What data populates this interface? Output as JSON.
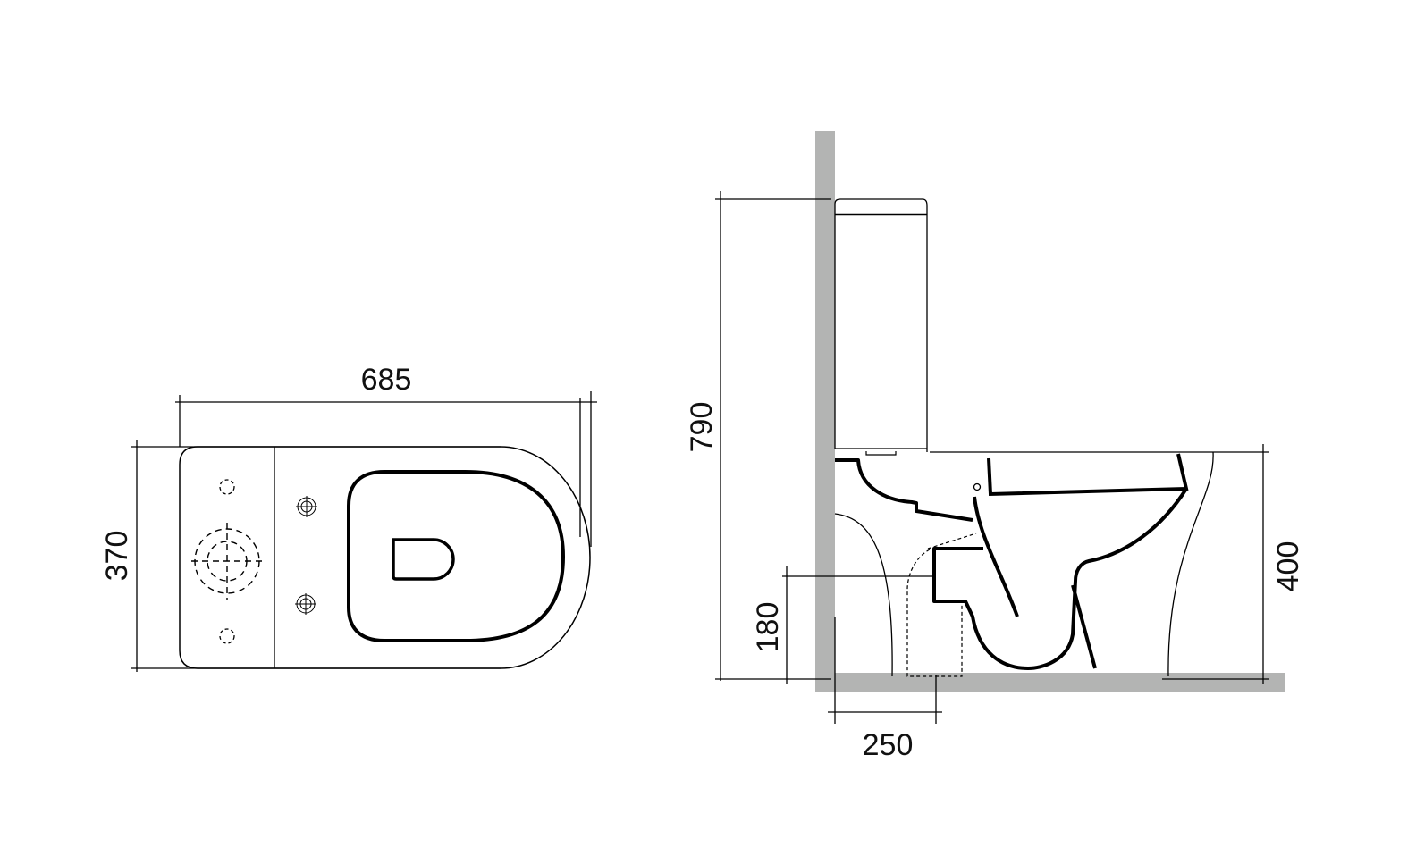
{
  "drawing": {
    "title": "Close-coupled toilet technical drawing",
    "colors": {
      "line": "#000000",
      "wall": "#b3b4b3",
      "background": "#ffffff"
    },
    "top_view": {
      "width_label": "685",
      "depth_label": "370"
    },
    "side_view": {
      "height_label": "790",
      "seat_height_label": "400",
      "outlet_height_label": "180",
      "outlet_distance_label": "250"
    }
  }
}
